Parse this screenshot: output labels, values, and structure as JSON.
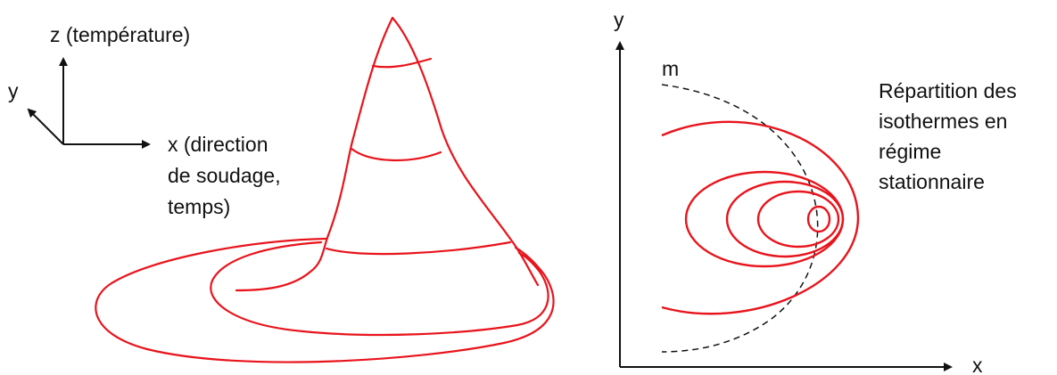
{
  "colors": {
    "isotherm": "#e8141c",
    "axis": "#111111",
    "dashed": "#111111",
    "text": "#111111",
    "background": "#ffffff"
  },
  "left_panel": {
    "axis_z_label": "z (température)",
    "axis_y_label": "y",
    "axis_x_label_lines": [
      "x (direction",
      "de soudage,",
      "temps)"
    ]
  },
  "right_panel": {
    "axis_y_label": "y",
    "axis_x_label": "x",
    "curve_label": "m",
    "caption_lines": [
      "Répartition des",
      "isothermes en",
      "régime",
      "stationnaire"
    ]
  }
}
